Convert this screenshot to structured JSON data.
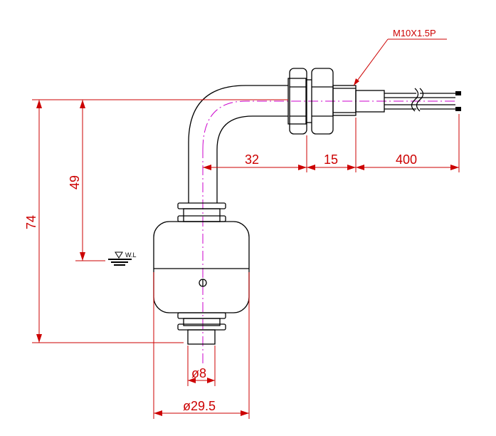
{
  "drawing": {
    "thread_label": "M10X1.5P",
    "water_level_label": "W.L",
    "dimensions": {
      "elbow_length": "32",
      "nut_length": "15",
      "cable_length": "400",
      "water_level_height": "49",
      "total_height": "74",
      "stem_diameter": "ø8",
      "float_diameter": "ø29.5"
    },
    "colors": {
      "outline": "#000000",
      "dimension": "#cc0000",
      "centerline": "#cc00cc"
    }
  }
}
